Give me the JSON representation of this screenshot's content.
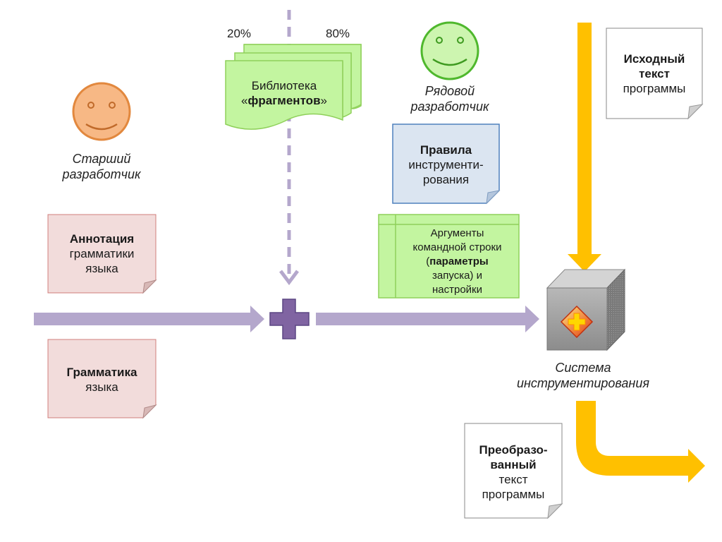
{
  "senior_dev": {
    "line1": "Старший",
    "line2": "разработчик"
  },
  "regular_dev": {
    "line1": "Рядовой",
    "line2": "разработчик"
  },
  "library": {
    "line1": "Библиотека",
    "line2_open": "«",
    "line2_bold": "фрагментов",
    "line2_close": "»"
  },
  "percent_left": "20%",
  "percent_right": "80%",
  "grammar_annotation": {
    "line1": "Аннотация",
    "line2": "грамматики",
    "line3": "языка"
  },
  "grammar": {
    "line1": "Грамматика",
    "line2": "языка"
  },
  "instrumentation_rules": {
    "line1": "Правила",
    "line2": "инструменти-",
    "line3": "рования"
  },
  "arguments": {
    "line1": "Аргументы",
    "line2": "командной строки",
    "line3_open": "(",
    "line3_bold": "параметры",
    "line4": "запуска) и",
    "line5": "настройки"
  },
  "source_code": {
    "line1": "Исходный",
    "line2": "текст",
    "line3": "программы"
  },
  "instrumentation_system": {
    "line1": "Система",
    "line2": "инструментирования"
  },
  "transformed_code": {
    "line1": "Преобразо-",
    "line2": "ванный",
    "line3": "текст",
    "line4": "программы"
  },
  "colors": {
    "purple_arrow": "#b4a7cc",
    "purple_plus": "#8064a2",
    "yellow_arrow": "#ffc000",
    "note_pink": "#f2dcdb",
    "note_pink_border": "#c0504d",
    "note_blue": "#dbe5f1",
    "note_blue_border": "#4f81bd",
    "green_fill": "#c3f5a0",
    "green_border": "#8fd05a",
    "smiley_orange": "#f7b885",
    "smiley_green": "#cdf5b0"
  }
}
